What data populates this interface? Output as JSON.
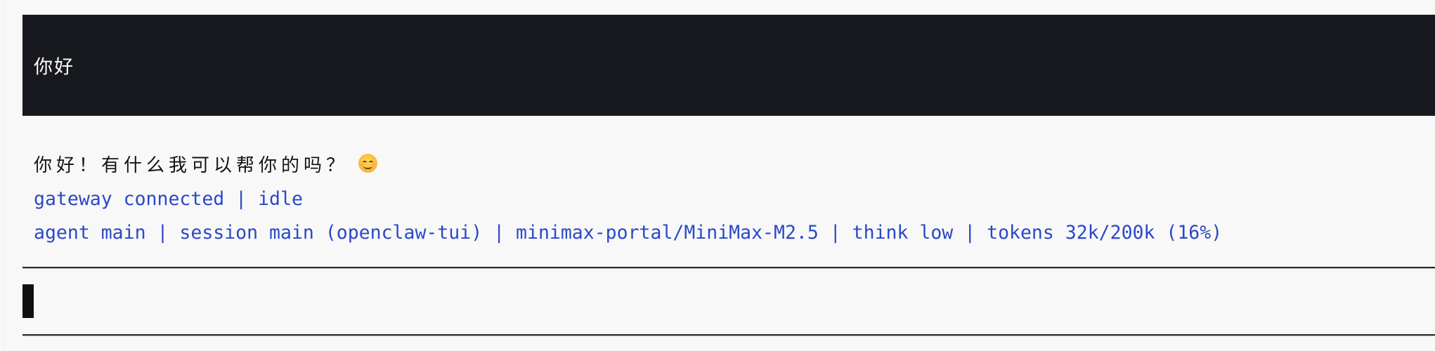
{
  "conversation": {
    "user_message": "你好",
    "assistant_message": "你好！有什么我可以帮你的吗？",
    "assistant_emoji": "smiling-face-with-smiling-eyes"
  },
  "status": {
    "connection_line": "gateway connected | idle",
    "session_line": "agent main | session main (openclaw-tui) | minimax-portal/MiniMax-M2.5 | think low | tokens 32k/200k (16%)",
    "agent": "main",
    "session": "main",
    "client": "openclaw-tui",
    "model": "minimax-portal/MiniMax-M2.5",
    "think": "low",
    "tokens_used": "32k",
    "tokens_limit": "200k",
    "tokens_percent": "16%"
  },
  "input": {
    "value": ""
  },
  "colors": {
    "background": "#f8f8f8",
    "user_bubble": "#17191e",
    "status_text": "#2b48c8",
    "assistant_text": "#141414",
    "cursor": "#101010"
  }
}
